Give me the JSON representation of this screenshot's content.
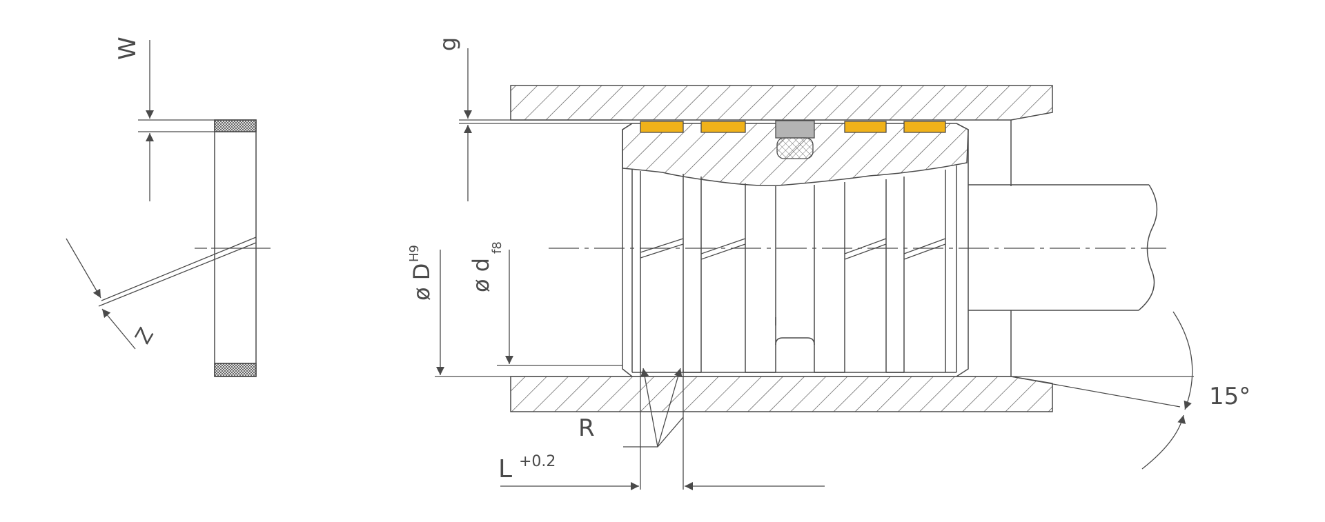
{
  "labels": {
    "w": "W",
    "z": "Z",
    "g": "g",
    "bore_symbol": "ø D",
    "bore_tolerance": "H9",
    "rod_symbol": "ø d",
    "rod_tolerance": "f8",
    "radius": "R",
    "length": "L",
    "length_tolerance": "+0.2",
    "angle": "15°"
  },
  "colors": {
    "line": "#4a4a4a",
    "guide_strip": "#f0b21a",
    "seal_cap": "#b4b4b4",
    "hatch": "#4a4a4a"
  }
}
